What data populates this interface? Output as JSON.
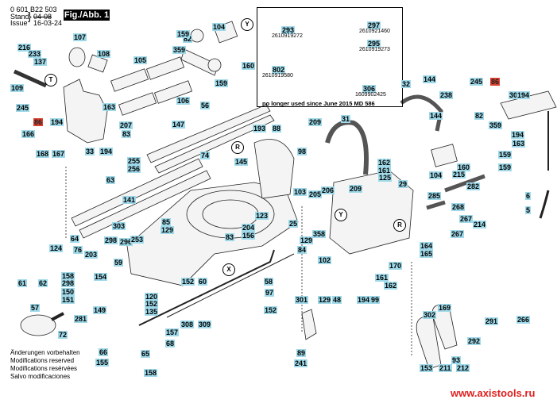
{
  "header": {
    "part_number": "0 601 B22 503",
    "stand_label": "Stand",
    "issue_label": "Issue",
    "stand_date": "04-08",
    "issue_date": "16-03-24",
    "figure_label": "Fig./Abb. 1"
  },
  "inset": {
    "parts": [
      {
        "ref": "293",
        "number": "2610919272"
      },
      {
        "ref": "297",
        "number": "2610921460"
      },
      {
        "ref": "295",
        "number": "2610919273"
      },
      {
        "ref": "802",
        "number": "2610919580"
      },
      {
        "ref": "306",
        "number": "1609902425"
      }
    ],
    "note": "no longer used since June 2015   MD 586"
  },
  "callouts": [
    "216",
    "233",
    "137",
    "109",
    "107",
    "108",
    "105",
    "106",
    "82",
    "359",
    "159",
    "104",
    "160",
    "159",
    "245",
    "86",
    "194",
    "163",
    "33",
    "194",
    "166",
    "168",
    "167",
    "207",
    "83",
    "147",
    "56",
    "255",
    "256",
    "63",
    "141",
    "74",
    "145",
    "193",
    "88",
    "98",
    "209",
    "31",
    "205",
    "103",
    "206",
    "209",
    "162",
    "161",
    "125",
    "29",
    "32",
    "144",
    "238",
    "144",
    "245",
    "86",
    "30",
    "194",
    "82",
    "359",
    "194",
    "163",
    "159",
    "160",
    "159",
    "104",
    "215",
    "282",
    "285",
    "268",
    "267",
    "214",
    "267",
    "6",
    "5",
    "164",
    "165",
    "85",
    "129",
    "123",
    "204",
    "156",
    "83",
    "25",
    "303",
    "298",
    "296",
    "253",
    "64",
    "76",
    "203",
    "124",
    "61",
    "62",
    "59",
    "154",
    "158",
    "298",
    "150",
    "151",
    "149",
    "281",
    "57",
    "72",
    "152",
    "60",
    "58",
    "97",
    "120",
    "152",
    "135",
    "152",
    "308",
    "309",
    "157",
    "68",
    "66",
    "155",
    "65",
    "158",
    "358",
    "129",
    "84",
    "102",
    "170",
    "129",
    "48",
    "194",
    "99",
    "161",
    "162",
    "301",
    "89",
    "241",
    "169",
    "302",
    "266",
    "291",
    "292",
    "153",
    "211",
    "93",
    "212"
  ],
  "reference_markers": [
    "T",
    "Y",
    "R",
    "X",
    "Y",
    "R"
  ],
  "notes": [
    "Änderungen vorbehalten",
    "Modifications reserved",
    "Modifications resérvées",
    "Salvo modificaciones"
  ],
  "watermark": "www.axistools.ru",
  "colors": {
    "callout_bg": "#9fd9e9",
    "highlight_bg": "#d9412e",
    "watermark": "#e02020"
  }
}
